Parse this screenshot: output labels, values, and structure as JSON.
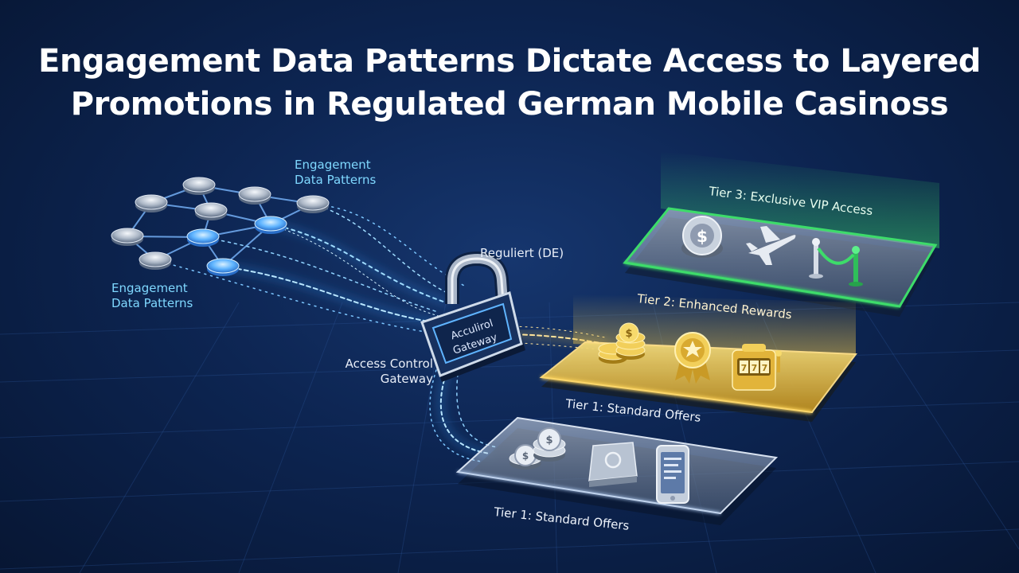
{
  "title": {
    "line1": "Engagement Data Patterns Dictate Access to Layered",
    "line2": "Promotions in Regulated German Mobile Casinoss"
  },
  "labels": {
    "network_top": [
      "Engagement",
      "Data Patterns"
    ],
    "network_bottom": [
      "Engagement",
      "Data Patterns"
    ],
    "regulated": "Reguliert (DE)",
    "gateway": [
      "Access Control",
      "Gateway"
    ],
    "lock_text": [
      "Acculirol",
      "Gateway"
    ]
  },
  "tiers": {
    "tier3": {
      "label": "Tier 3: Exclusive VIP Access",
      "color": "#3ddc6a",
      "icons": [
        "chip-icon",
        "airplane-icon",
        "velvet-rope-icon"
      ]
    },
    "tier2": {
      "label": "Tier 2: Enhanced Rewards",
      "color": "#e8c04a",
      "icons": [
        "coin-stack-icon",
        "award-badge-icon",
        "slot-machine-icon"
      ]
    },
    "tier1_top": {
      "label": "Tier 1: Standard Offers",
      "color": "#c8d4e6",
      "icons": [
        "chip-stack-icon",
        "wallet-icon",
        "smartphone-icon"
      ]
    },
    "tier1_bottom": {
      "label": "Tier 1: Standard Offers"
    }
  },
  "colors": {
    "accent_blue": "#3aa0ff",
    "gold": "#e8c04a",
    "green": "#3ddc6a"
  }
}
